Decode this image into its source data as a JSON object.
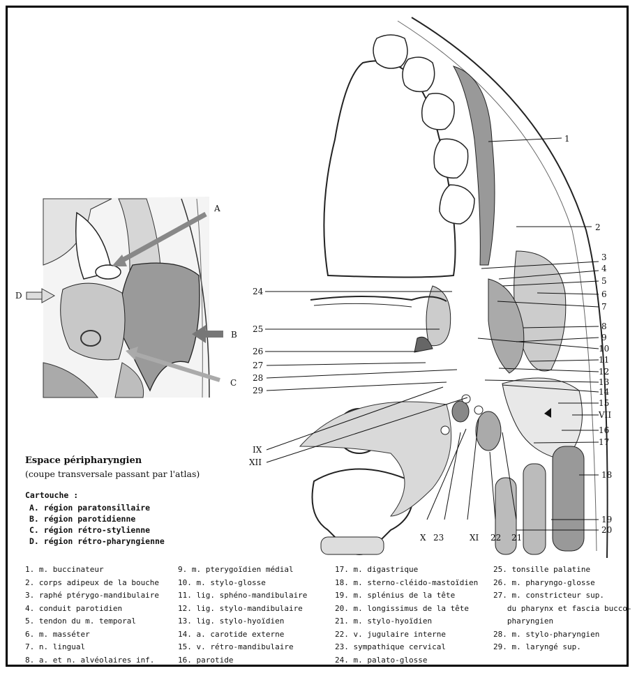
{
  "caption": {
    "title": "Espace péripharyngien",
    "subtitle": "(coupe transversale passant par l'atlas)"
  },
  "cartouche": {
    "heading": "Cartouche :",
    "items": [
      "A. région paratonsillaire",
      "B. région parotidienne",
      "C. région rétro-stylienne",
      "D. région rétro-pharyngienne"
    ]
  },
  "inset_labels": {
    "A": "A",
    "B": "B",
    "C": "C",
    "D": "D"
  },
  "callouts": {
    "n1": "1",
    "n2": "2",
    "n3": "3",
    "n4": "4",
    "n5": "5",
    "n6": "6",
    "n7": "7",
    "n8": "8",
    "n9": "9",
    "n10": "10",
    "n11": "11",
    "n12": "12",
    "n13": "13",
    "n14": "14",
    "n15": "15",
    "VII": "VII",
    "n16": "16",
    "n17": "17",
    "n18": "18",
    "n19": "19",
    "n20": "20",
    "n21": "21",
    "n22": "22",
    "n23": "23",
    "n24": "24",
    "n25": "25",
    "n26": "26",
    "n27": "27",
    "n28": "28",
    "n29": "29",
    "IX": "IX",
    "XII": "XII",
    "X": "X",
    "XI": "XI"
  },
  "legend": {
    "col1": [
      "1. m. buccinateur",
      "2. corps adipeux de la bouche",
      "3. raphé ptérygo-mandibulaire",
      "4. conduit parotidien",
      "5. tendon du m. temporal",
      "6. m. masséter",
      "7. n. lingual",
      "8. a. et n. alvéolaires inf."
    ],
    "col2": [
      "9. m. pterygoïdien médial",
      "10. m. stylo-glosse",
      "11. lig. sphéno-mandibulaire",
      "12. lig. stylo-mandibulaire",
      "13. lig. stylo-hyoïdien",
      "14. a. carotide externe",
      "15. v. rétro-mandibulaire",
      "16. parotide"
    ],
    "col3": [
      "17. m. digastrique",
      "18. m. sterno-cléido-mastoïdien",
      "19. m. splénius de la tête",
      "20. m. longissimus de la tête",
      "21. m. stylo-hyoïdien",
      "22. v. jugulaire interne",
      "23. sympathique cervical",
      "24. m. palato-glosse"
    ],
    "col4": [
      "25. tonsille palatine",
      "26. m. pharyngo-glosse",
      "27. m. constricteur sup.",
      "   du pharynx et fascia bucco-",
      "   pharyngien",
      "28. m. stylo-pharyngien",
      "29. m. laryngé sup."
    ]
  }
}
